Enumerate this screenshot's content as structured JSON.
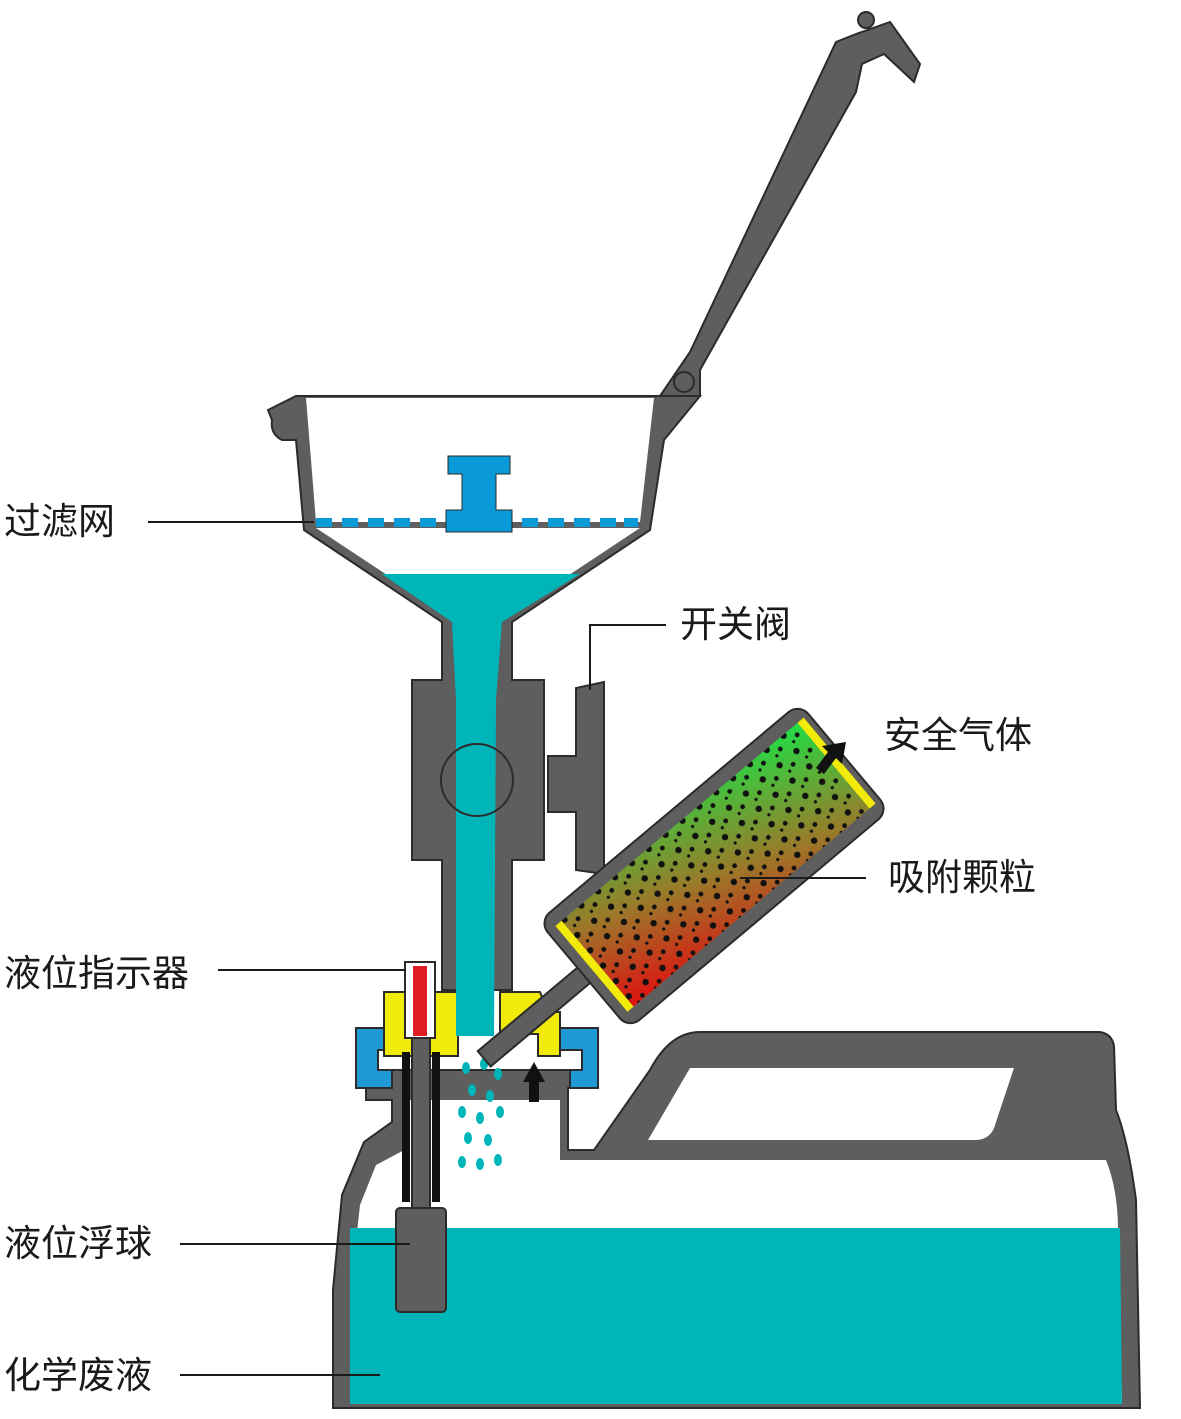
{
  "labels": {
    "filter_screen": "过滤网",
    "switch_valve": "开关阀",
    "safe_gas": "安全气体",
    "adsorbent_particles": "吸附颗粒",
    "level_indicator": "液位指示器",
    "level_float": "液位浮球",
    "chemical_waste": "化学废液"
  },
  "colors": {
    "housing": "#5e5e5e",
    "outline": "#2b2b2b",
    "liquid": "#00b5b8",
    "filter_blue": "#0a9ad8",
    "connector_yellow": "#f2ea0a",
    "seal_blue": "#1f9ad6",
    "indicator_red": "#e01b24",
    "particles_green": "#22dd44",
    "particles_red": "#e01010",
    "leader_line": "#1a1a1a"
  }
}
